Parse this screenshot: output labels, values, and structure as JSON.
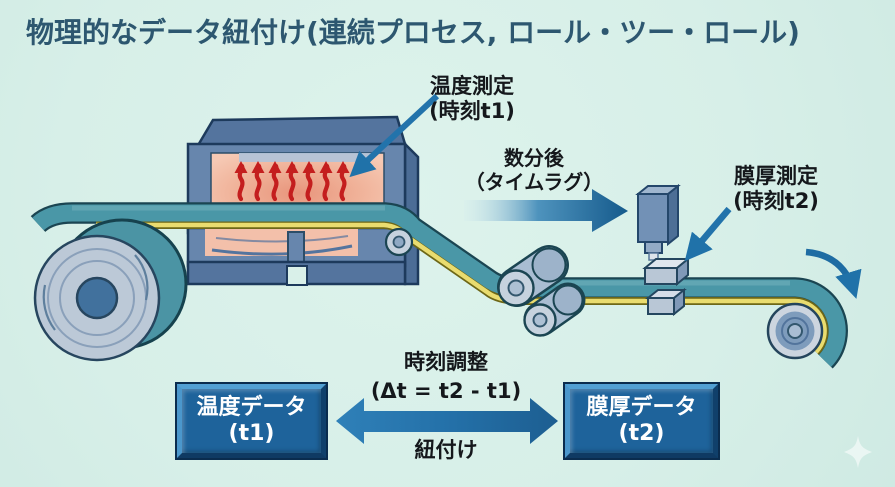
{
  "slide": {
    "title": "物理的なデータ紐付け(連続プロセス, ロール・ツー・ロール)"
  },
  "diagram": {
    "temperature_label": {
      "line1": "温度測定",
      "line2": "(時刻t1)"
    },
    "timelag_label": {
      "line1": "数分後",
      "line2": "（タイムラグ）"
    },
    "thickness_label": {
      "line1": "膜厚測定",
      "line2": "(時刻t2)"
    }
  },
  "linking": {
    "temperature_box": {
      "line1": "温度データ",
      "line2": "(t1)"
    },
    "thickness_box": {
      "line1": "膜厚データ",
      "line2": "(t2)"
    },
    "adjustment_title": "時刻調整",
    "adjustment_formula": "(Δt = t2 - t1)",
    "link_label": "紐付け"
  },
  "colors": {
    "background": "#d9f0e9",
    "title_text": "#2d5770",
    "label_text": "#15181c",
    "accent_blue": "#2273ab",
    "box_fill": "#1e639b",
    "box_text": "#ffffff",
    "heat_red": "#c41e1e",
    "belt_teal": "#4a97a7",
    "film_yellow": "#e9dc6f",
    "furnace_blue": "#6786ad",
    "furnace_interior_pink": "#f5c4ae"
  }
}
